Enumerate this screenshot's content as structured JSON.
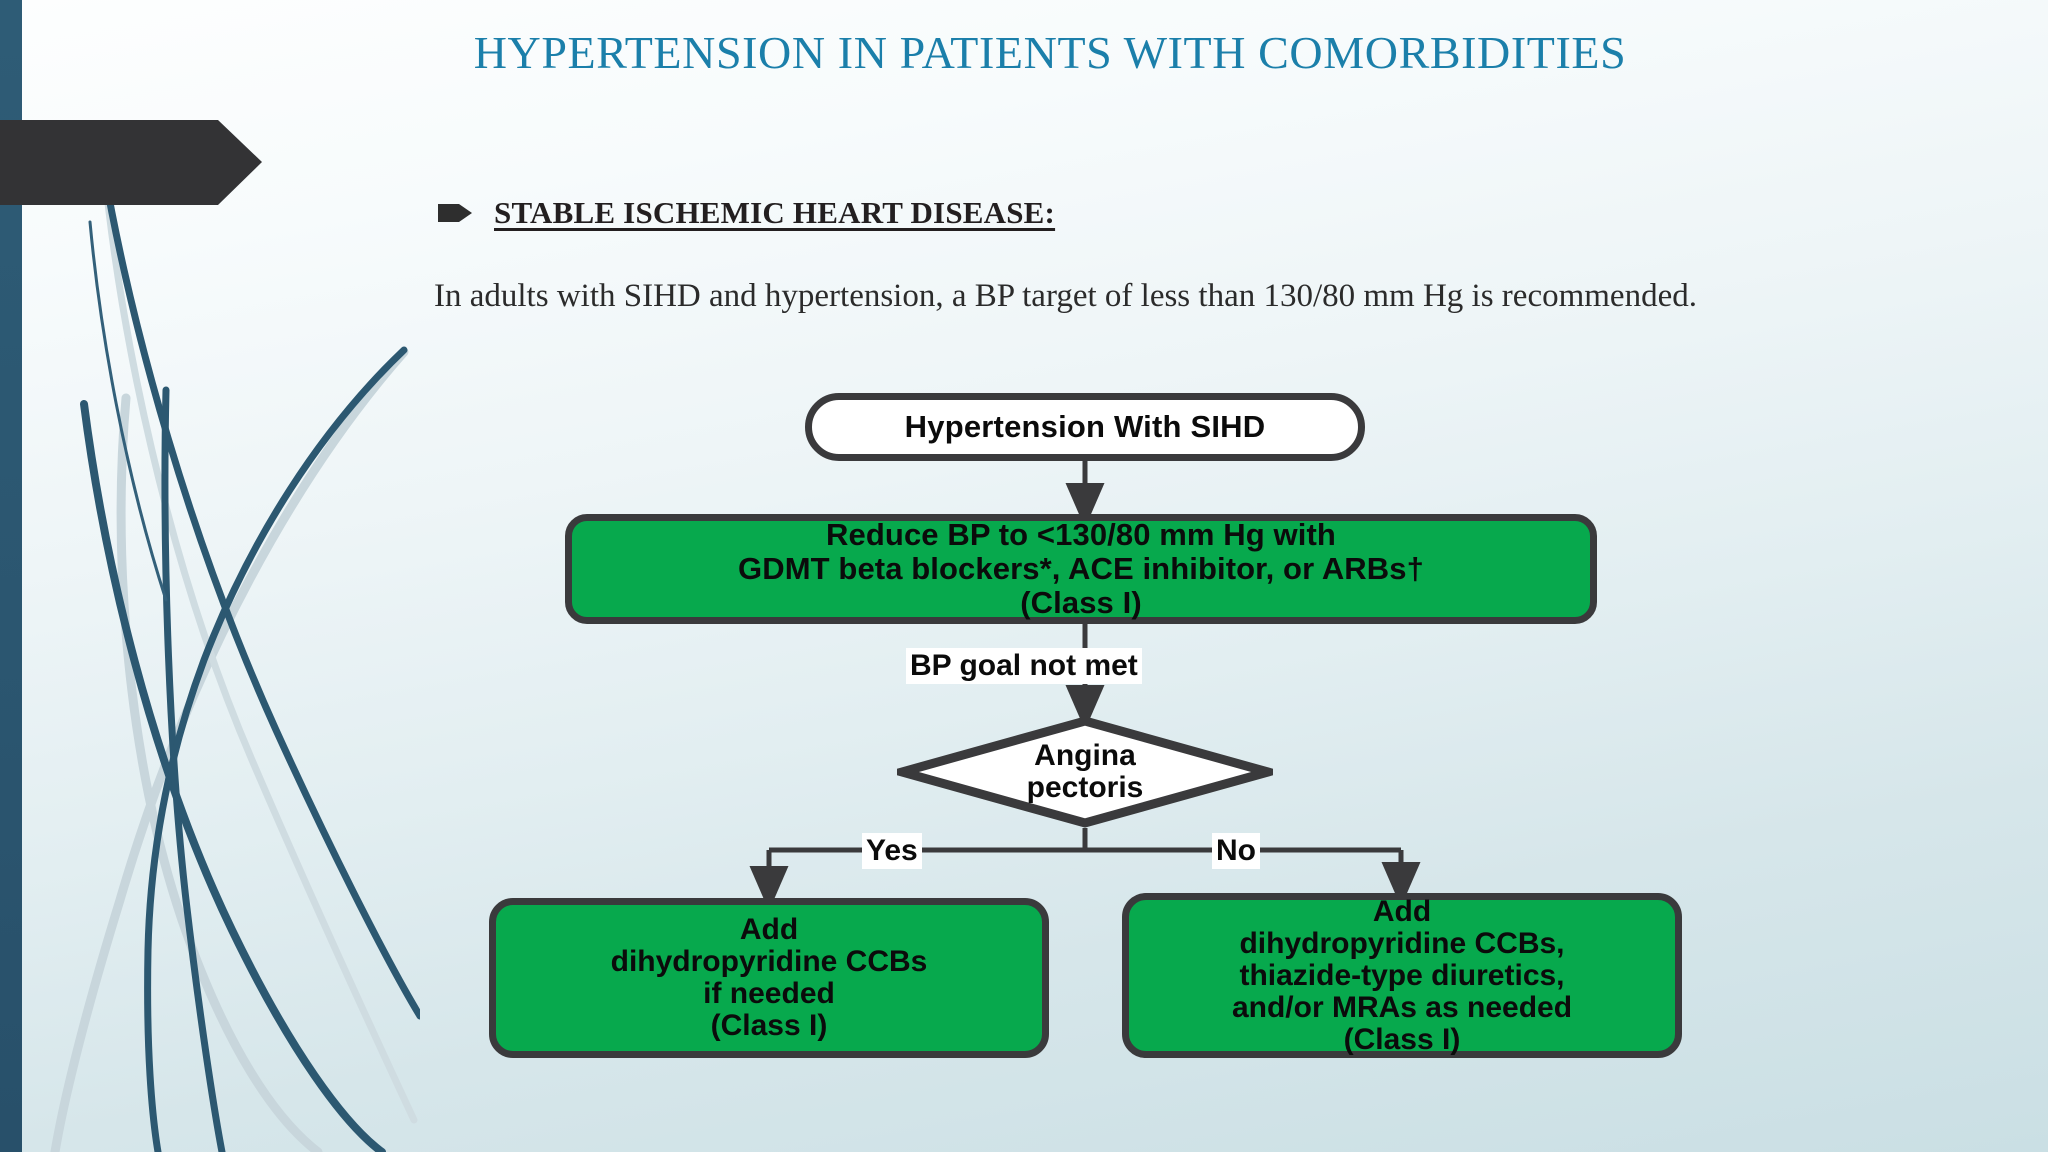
{
  "slide": {
    "title": "HYPERTENSION IN PATIENTS WITH COMORBIDITIES",
    "title_color": "#1b7faa",
    "background_top_color": "#fdfefe",
    "background_bottom_color": "#cadfe4",
    "accent_bar_color": "#2b5670"
  },
  "content": {
    "bullet_icon": "pentagon-arrow-bullet-icon",
    "heading": "STABLE ISCHEMIC HEART DISEASE:",
    "paragraph": "In adults with SIHD and hypertension, a BP target of less than 130/80 mm Hg is recommended."
  },
  "flowchart": {
    "green_color": "#07a94d",
    "border_color": "#3a3a3c",
    "nodes": {
      "start": "Hypertension With SIHD",
      "reduce": "Reduce BP to <130/80 mm Hg with\nGDMT beta blockers*, ACE inhibitor, or ARBs†\n(Class I)",
      "decision": "Angina\npectoris",
      "yes_branch": "Add\ndihydropyridine CCBs\nif needed\n(Class I)",
      "no_branch": "Add\ndihydropyridine CCBs,\nthiazide-type diuretics,\nand/or MRAs as needed\n(Class I)"
    },
    "edge_labels": {
      "bp_goal_not_met": "BP goal not met",
      "yes": "Yes",
      "no": "No"
    }
  }
}
